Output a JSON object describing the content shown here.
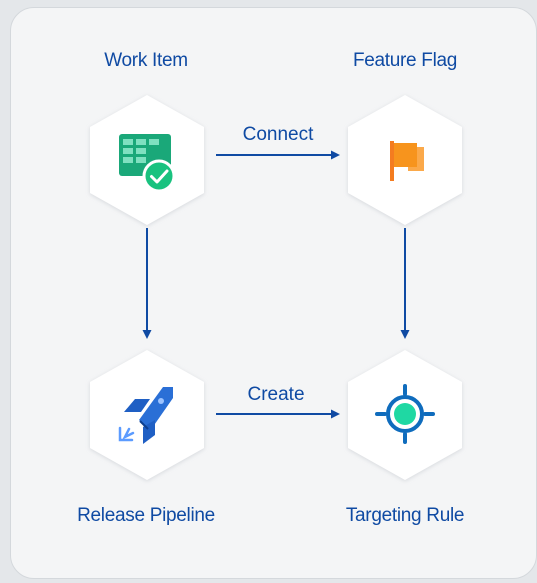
{
  "nodes": {
    "work_item": {
      "label": "Work Item",
      "icon": "boards-icon"
    },
    "feature_flag": {
      "label": "Feature Flag",
      "icon": "flag-icon"
    },
    "release_pipeline": {
      "label": "Release Pipeline",
      "icon": "pipeline-rocket-icon"
    },
    "targeting_rule": {
      "label": "Targeting Rule",
      "icon": "target-icon"
    }
  },
  "edges": {
    "connect": "Connect",
    "create": "Create"
  },
  "colors": {
    "text": "#0f4aa3",
    "arrow": "#0f4aa3",
    "hexagon": "#ffffff",
    "card": "#f4f5f6",
    "flag": "#f7941d",
    "target_ring": "#0f6cbd",
    "target_core": "#1fd8a3"
  }
}
